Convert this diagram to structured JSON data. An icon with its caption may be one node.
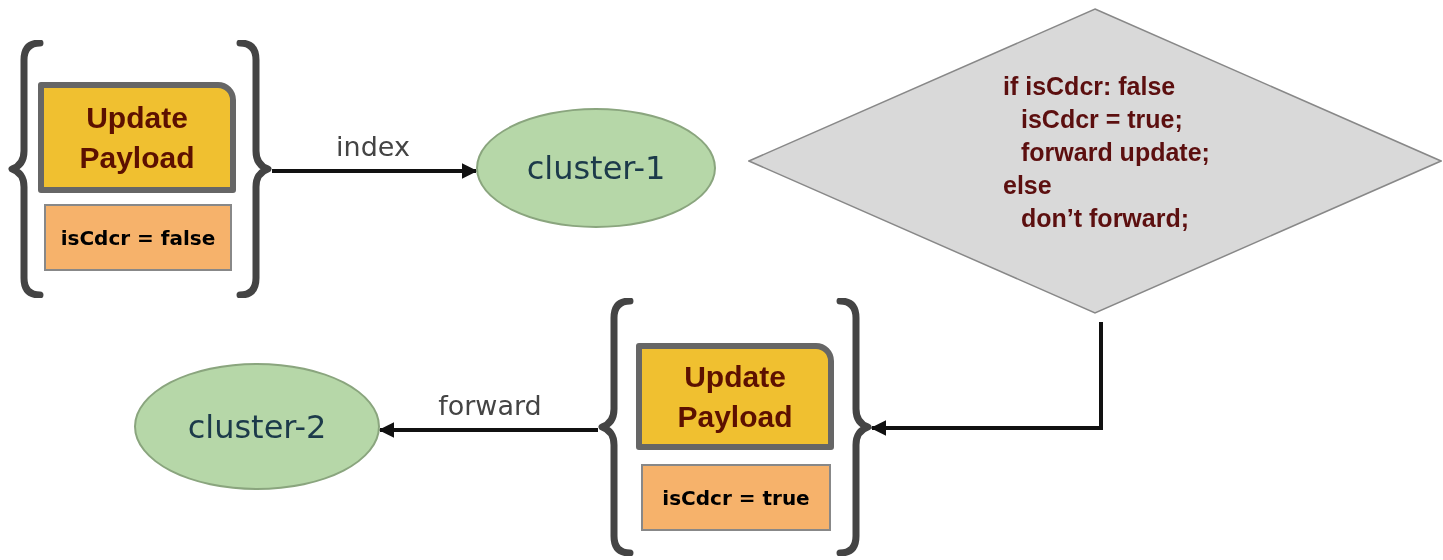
{
  "diagram": {
    "nodes": [
      {
        "text": [],
        "shape": "bracket"
      },
      {
        "text": [
          "Update Payload"
        ],
        "in": 0
      },
      {
        "text": [
          "isCdcr = false"
        ],
        "in": 0
      },
      {
        "text": [
          "cluster-1"
        ]
      },
      {
        "text": [
          "if isCdcr: false",
          "isCdcr = true;",
          "forward update;",
          "else",
          "don’t forward;"
        ]
      },
      {
        "text": [],
        "shape": "bracket"
      },
      {
        "text": [
          "Update Payload"
        ],
        "in": 5
      },
      {
        "text": [
          "isCdcr = true"
        ],
        "in": 5
      },
      {
        "text": [
          "cluster-2"
        ]
      }
    ],
    "edges": [
      {
        "from": 0,
        "to": 3,
        "arrow": "to",
        "label": "index"
      },
      {
        "from": 4,
        "to": 5,
        "arrow": "to"
      },
      {
        "from": 5,
        "to": 8,
        "arrow": "to",
        "label": "forward"
      }
    ]
  }
}
